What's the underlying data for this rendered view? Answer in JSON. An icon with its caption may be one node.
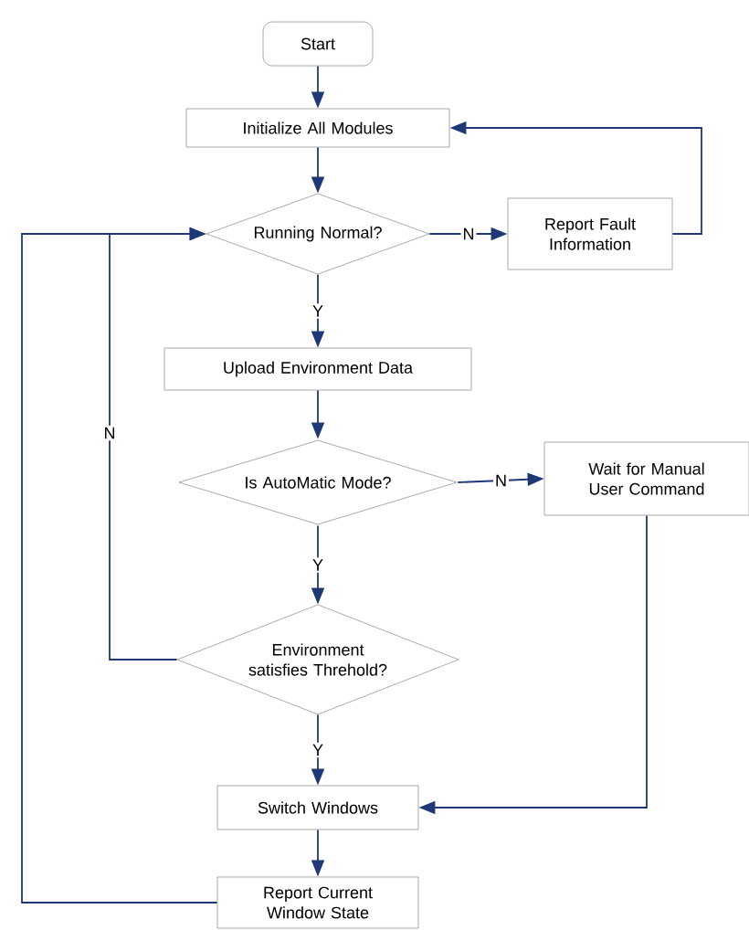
{
  "diagram": {
    "nodes": [
      {
        "text": [
          "Start"
        ]
      },
      {
        "text": [
          "Initialize All Modules"
        ]
      },
      {
        "text": [
          "Running Normal?"
        ]
      },
      {
        "text": [
          "Report Fault Information"
        ]
      },
      {
        "text": [
          "Upload Environment Data"
        ]
      },
      {
        "text": [
          "Is AutoMatic Mode?"
        ]
      },
      {
        "text": [
          "Wait for Manual User Command"
        ]
      },
      {
        "text": [
          "Environment satisfies Threhold?"
        ]
      },
      {
        "text": [
          "Switch Windows"
        ]
      },
      {
        "text": [
          "Report Current Window State"
        ]
      }
    ],
    "edges": [
      {
        "from": 0,
        "to": 1,
        "arrow": "to"
      },
      {
        "from": 1,
        "to": 2,
        "arrow": "to"
      },
      {
        "from": 2,
        "to": 3,
        "arrow": "to",
        "label": "N"
      },
      {
        "from": 3,
        "to": 1,
        "arrow": "to"
      },
      {
        "from": 2,
        "to": 4,
        "arrow": "to",
        "label": "Y"
      },
      {
        "from": 4,
        "to": 5,
        "arrow": "to"
      },
      {
        "from": 5,
        "to": 6,
        "arrow": "to",
        "label": "N"
      },
      {
        "from": 5,
        "to": 7,
        "arrow": "to",
        "label": "Y"
      },
      {
        "from": 7,
        "to": 2,
        "arrow": "to",
        "label": "N"
      },
      {
        "from": 7,
        "to": 8,
        "arrow": "to",
        "label": "Y"
      },
      {
        "from": 6,
        "to": 8,
        "arrow": "to"
      },
      {
        "from": 8,
        "to": 9,
        "arrow": "to"
      },
      {
        "from": 9,
        "to": 2,
        "arrow": "to"
      }
    ]
  }
}
